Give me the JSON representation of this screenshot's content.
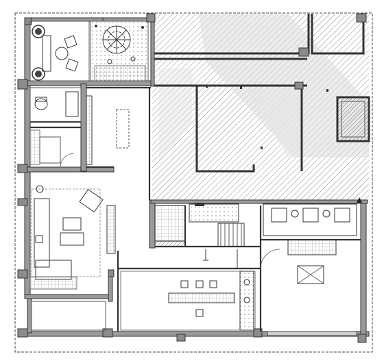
{
  "diagram": {
    "type": "architectural-floor-plan",
    "view": "top-down",
    "text_labels": [],
    "colors": {
      "background": "#ffffff",
      "wall_fill": "#9a9a9a",
      "wall_stroke": "#333333",
      "line": "#333333",
      "light_line": "#777777",
      "hatch": "#8a8a8a",
      "light_gray_band": "#cfcfcf"
    },
    "zones": [
      "upper-left-lounge-terrace",
      "courtyard-garden",
      "bathroom",
      "kitchen-corridor",
      "living-room",
      "hatched-void-area",
      "stair-well",
      "entry-hall",
      "dining-room",
      "right-workspace",
      "lower-left-storage"
    ],
    "furniture": [
      "round-chair-left",
      "square-chair-right",
      "sofa",
      "armchair",
      "coffee-table",
      "dining-table",
      "bar-stools",
      "desk-chairs",
      "reading-chair",
      "plant-pots",
      "tree",
      "toilet",
      "sink"
    ]
  }
}
